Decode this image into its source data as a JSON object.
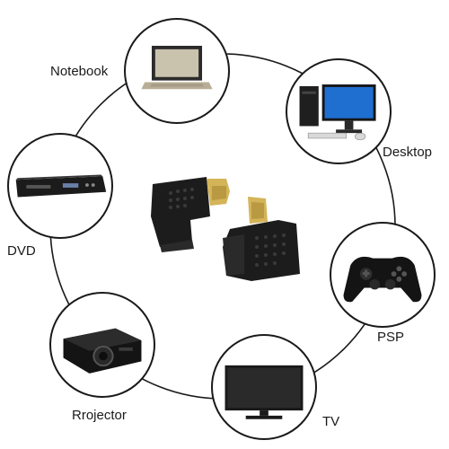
{
  "devices": {
    "notebook": {
      "label": "Notebook",
      "icon": "laptop-icon"
    },
    "desktop": {
      "label": "Desktop",
      "icon": "desktop-computer-icon"
    },
    "dvd": {
      "label": "DVD",
      "icon": "dvd-player-icon"
    },
    "psp": {
      "label": "PSP",
      "icon": "game-controller-icon"
    },
    "projector": {
      "label": "Rrojector",
      "icon": "projector-icon"
    },
    "tv": {
      "label": "TV",
      "icon": "tv-icon"
    }
  },
  "center": {
    "icon": "hdmi-adapter-icon"
  },
  "colors": {
    "ring": "#1a1a1a",
    "adapter_body": "#1c1c1c",
    "connector_gold": "#d4b458",
    "screen_blue": "#1f6fd1"
  }
}
